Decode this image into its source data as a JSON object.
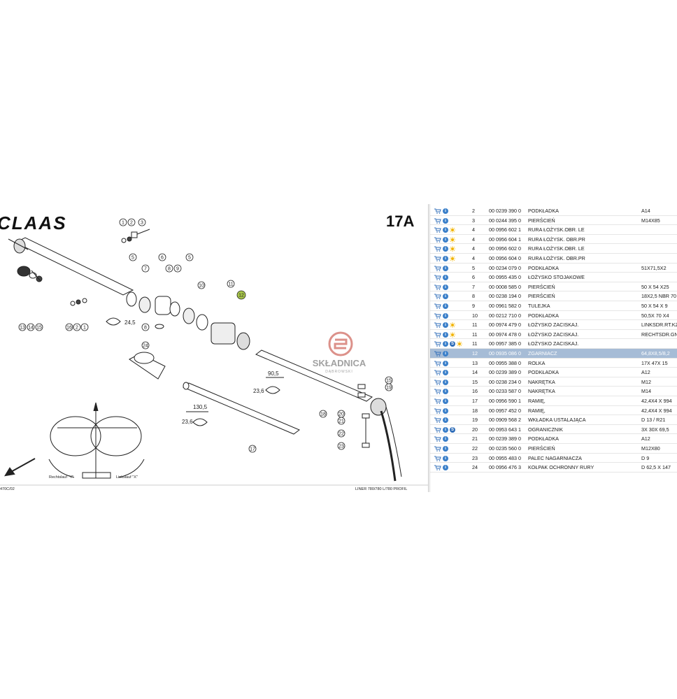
{
  "diagram": {
    "brand": "CLAAS",
    "page_number": "17A",
    "drawing_code": "470C/02",
    "model_caption": "LINER 780/780 L/780 PROFIL",
    "left_rotation_label": "Rechtslauf \"Y\"",
    "right_rotation_label": "Linkslauf \"X\"",
    "dim_1": "24,5",
    "dim_2": "90,5",
    "dim_3": "23,6",
    "dim_4": "130,5",
    "dim_5": "23,6",
    "highlighted_callout": "12",
    "callouts": [
      "1",
      "2",
      "3",
      "5",
      "6",
      "7",
      "8",
      "9",
      "5",
      "10",
      "11",
      "12",
      "13",
      "14",
      "15",
      "16",
      "2",
      "1",
      "8",
      "24",
      "15",
      "19",
      "20",
      "21",
      "22",
      "23",
      "18",
      "17"
    ]
  },
  "watermark": {
    "title": "SKŁADNICA",
    "subtitle": "DĄBROWSKI"
  },
  "parts": [
    {
      "ref": "2",
      "number": "00 0239 390 0",
      "name": "PODKŁADKA",
      "dim": "A14",
      "icons": [
        "cart",
        "info"
      ],
      "selected": false
    },
    {
      "ref": "3",
      "number": "00 0244 395 0",
      "name": "PIERŚCIEŃ",
      "dim": "M14X85",
      "icons": [
        "cart",
        "info"
      ],
      "selected": false
    },
    {
      "ref": "4",
      "number": "00 0956 602 1",
      "name": "RURA ŁOŻYSK.OBR. LE",
      "dim": "",
      "icons": [
        "cart",
        "info",
        "sun"
      ],
      "selected": false
    },
    {
      "ref": "4",
      "number": "00 0956 604 1",
      "name": "RURA ŁOŻYSK. OBR.PR",
      "dim": "",
      "icons": [
        "cart",
        "info",
        "sun"
      ],
      "selected": false
    },
    {
      "ref": "4",
      "number": "00 0956 602 0",
      "name": "RURA ŁOŻYSK.OBR. LE",
      "dim": "",
      "icons": [
        "cart",
        "info",
        "sun"
      ],
      "selected": false
    },
    {
      "ref": "4",
      "number": "00 0956 604 0",
      "name": "RURA ŁOŻYSK. OBR.PR",
      "dim": "",
      "icons": [
        "cart",
        "info",
        "sun"
      ],
      "selected": false
    },
    {
      "ref": "5",
      "number": "00 0234 079 0",
      "name": "PODKŁADKA",
      "dim": "51X71,5X2",
      "icons": [
        "cart",
        "info"
      ],
      "selected": false
    },
    {
      "ref": "6",
      "number": "00 0955 435 0",
      "name": "ŁOŻYSKO STOJAKOWE",
      "dim": "",
      "icons": [
        "cart",
        "info"
      ],
      "selected": false
    },
    {
      "ref": "7",
      "number": "00 0008 585 0",
      "name": "PIERŚCIEŃ",
      "dim": "50  X 54  X25",
      "icons": [
        "cart",
        "info"
      ],
      "selected": false
    },
    {
      "ref": "8",
      "number": "00 0238 194 0",
      "name": "PIERŚCIEŃ",
      "dim": "18X2,5 NBR 70",
      "icons": [
        "cart",
        "info"
      ],
      "selected": false
    },
    {
      "ref": "9",
      "number": "00 0961 582 0",
      "name": "TULEJKA",
      "dim": "50  X 54  X 9",
      "icons": [
        "cart",
        "info"
      ],
      "selected": false
    },
    {
      "ref": "10",
      "number": "00 0212 710 0",
      "name": "PODKŁADKA",
      "dim": "50,5X 70  X4",
      "icons": [
        "cart",
        "info"
      ],
      "selected": false
    },
    {
      "ref": "11",
      "number": "00 0974 479 0",
      "name": "ŁOŻYSKO ZACISKAJ.",
      "dim": "LINKSDR.RT.KZ",
      "icons": [
        "cart",
        "info",
        "sun"
      ],
      "selected": false
    },
    {
      "ref": "11",
      "number": "00 0974 478 0",
      "name": "ŁOŻYSKO ZACISKAJ.",
      "dim": "RECHTSDR.GN",
      "icons": [
        "cart",
        "info",
        "sun"
      ],
      "selected": false
    },
    {
      "ref": "11",
      "number": "00 0957 385 0",
      "name": "ŁOŻYSKO ZACISKAJ.",
      "dim": "",
      "icons": [
        "cart",
        "info",
        "s",
        "sun"
      ],
      "selected": false
    },
    {
      "ref": "12",
      "number": "00 0935 086 0",
      "name": "ZGARNIACZ",
      "dim": "64,8X8,5/8,2",
      "icons": [
        "cart",
        "info"
      ],
      "selected": true
    },
    {
      "ref": "13",
      "number": "00 0955 388 0",
      "name": "ROLKA",
      "dim": "17X 47X 15",
      "icons": [
        "cart",
        "info"
      ],
      "selected": false
    },
    {
      "ref": "14",
      "number": "00 0239 389 0",
      "name": "PODKŁADKA",
      "dim": "A12",
      "icons": [
        "cart",
        "info"
      ],
      "selected": false
    },
    {
      "ref": "15",
      "number": "00 0238 234 0",
      "name": "NAKRĘTKA",
      "dim": "M12",
      "icons": [
        "cart",
        "info"
      ],
      "selected": false
    },
    {
      "ref": "16",
      "number": "00 0233 587 0",
      "name": "NAKRĘTKA",
      "dim": "M14",
      "icons": [
        "cart",
        "info"
      ],
      "selected": false
    },
    {
      "ref": "17",
      "number": "00 0956 590 1",
      "name": "RAMIĘ,",
      "dim": "42,4X4  X 994",
      "icons": [
        "cart",
        "info"
      ],
      "selected": false
    },
    {
      "ref": "18",
      "number": "00 0957 452 0",
      "name": "RAMIĘ,",
      "dim": "42,4X4  X 994",
      "icons": [
        "cart",
        "info"
      ],
      "selected": false
    },
    {
      "ref": "19",
      "number": "00 0909 568 2",
      "name": "WKŁADKA USTALAJĄCA",
      "dim": "D 13 / R21",
      "icons": [
        "cart",
        "info"
      ],
      "selected": false
    },
    {
      "ref": "20",
      "number": "00 0953 643 1",
      "name": "OGRANICZNIK",
      "dim": "3X 30X  69,5",
      "icons": [
        "cart",
        "info",
        "s"
      ],
      "selected": false
    },
    {
      "ref": "21",
      "number": "00 0239 389 0",
      "name": "PODKŁADKA",
      "dim": "A12",
      "icons": [
        "cart",
        "info"
      ],
      "selected": false
    },
    {
      "ref": "22",
      "number": "00 0235 560 0",
      "name": "PIERŚCIEŃ",
      "dim": "M12X80",
      "icons": [
        "cart",
        "info"
      ],
      "selected": false
    },
    {
      "ref": "23",
      "number": "00 0955 483 0",
      "name": "PALEC NAGARNIACZA",
      "dim": "D 9",
      "icons": [
        "cart",
        "info"
      ],
      "selected": false
    },
    {
      "ref": "24",
      "number": "00 0956 476 3",
      "name": "KOŁPAK OCHRONNY RURY",
      "dim": "D 62,5  X 147",
      "icons": [
        "cart",
        "info"
      ],
      "selected": false
    }
  ]
}
